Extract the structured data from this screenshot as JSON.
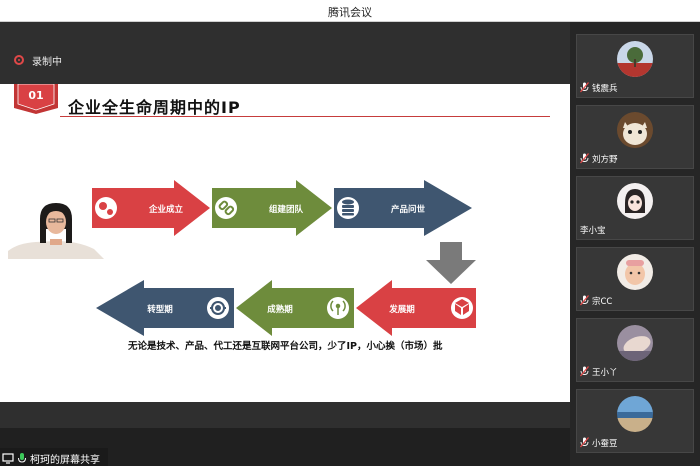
{
  "window": {
    "title": "腾讯会议"
  },
  "recording": {
    "label": "录制中"
  },
  "slide": {
    "number": "01",
    "title": "企业全生命周期中的IP",
    "stages": [
      {
        "label": "企业成立",
        "icon": "gears-icon"
      },
      {
        "label": "组建团队",
        "icon": "link-icon"
      },
      {
        "label": "产品问世",
        "icon": "database-icon"
      },
      {
        "label": "发展期",
        "icon": "box-icon"
      },
      {
        "label": "成熟期",
        "icon": "broadcast-icon"
      },
      {
        "label": "转型期",
        "icon": "target-icon"
      }
    ],
    "caption": "无论是技术、产品、代工还是互联网平台公司，少了IP，小心挨（市场）批",
    "colors": {
      "red": "#d94144",
      "green": "#6e8c3c",
      "navy": "#3f5670",
      "grey": "#7a7a7a"
    }
  },
  "share_status": {
    "label": "柯珂的屏幕共享"
  },
  "participants": [
    {
      "name": "钱震兵",
      "muted": true
    },
    {
      "name": "刘方野",
      "muted": true
    },
    {
      "name": "李小宝",
      "muted": false
    },
    {
      "name": "宗CC",
      "muted": true
    },
    {
      "name": "王小丫",
      "muted": true
    },
    {
      "name": "小蚕豆",
      "muted": true
    }
  ]
}
